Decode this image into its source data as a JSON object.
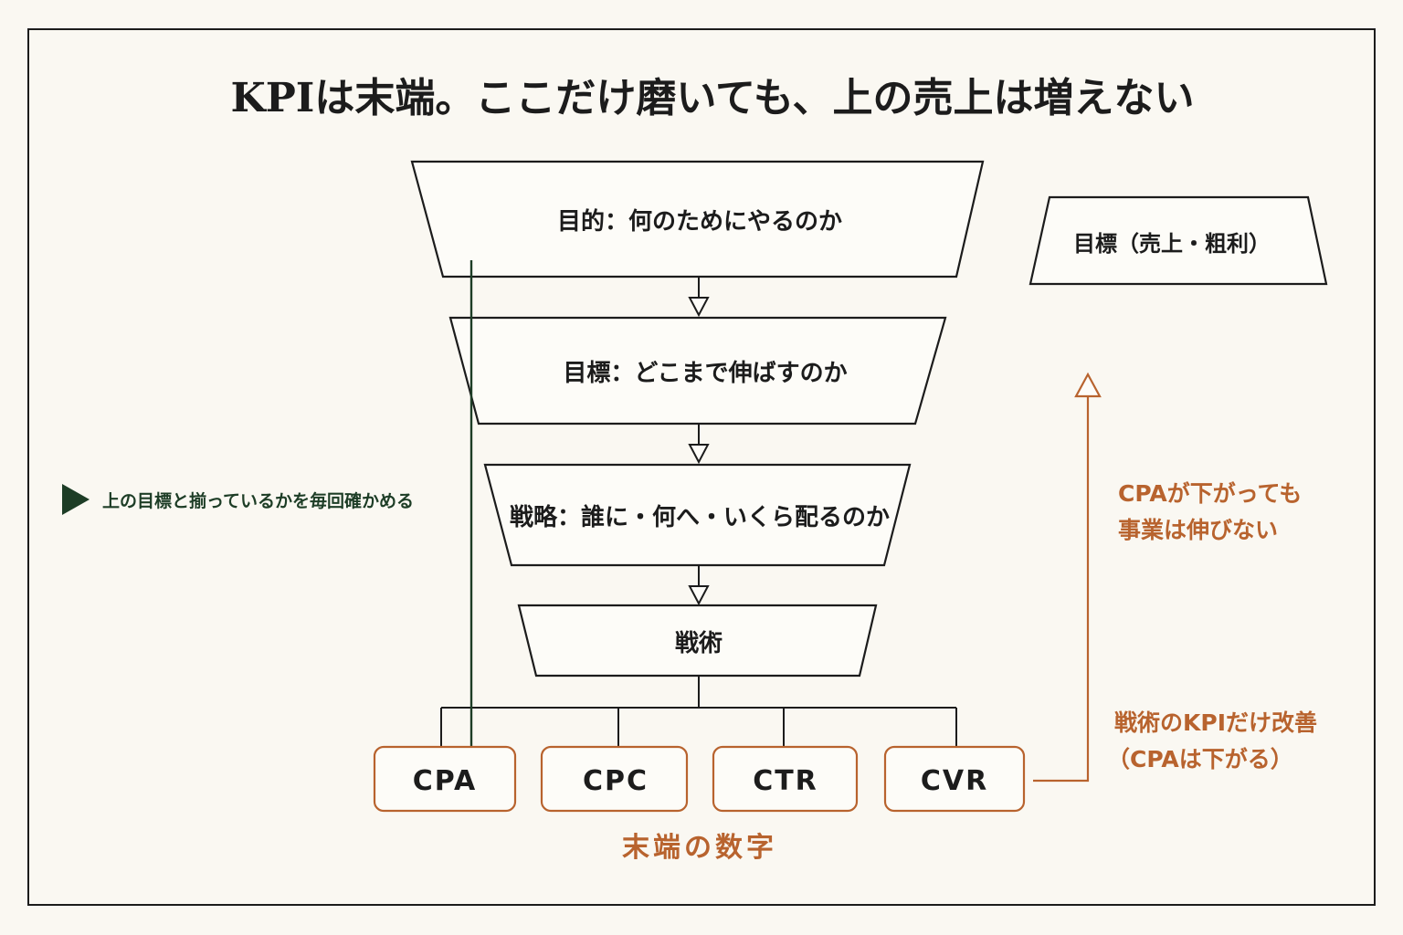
{
  "title": "KPIは末端。ここだけ磨いても、上の売上は増えない",
  "funnel": [
    {
      "label": "目的：何のためにやるのか"
    },
    {
      "label": "目標：どこまで伸ばすのか"
    },
    {
      "label": "戦略：誰に・何へ・いくら配るのか"
    },
    {
      "label": "戦術"
    }
  ],
  "side_box": {
    "label": "目標（売上・粗利）"
  },
  "kpis": [
    {
      "label": "CPA"
    },
    {
      "label": "CPC"
    },
    {
      "label": "CTR"
    },
    {
      "label": "CVR"
    }
  ],
  "footer_label": "末端の数字",
  "green_note": "上の目標と揃っているかを毎回確かめる",
  "orange_note_top": [
    "CPAが下がっても",
    "事業は伸びない"
  ],
  "orange_note_bottom": [
    "戦術のKPIだけ改善",
    "（CPAは下がる）"
  ],
  "colors": {
    "background": "#faf8f2",
    "ink": "#1c1c1c",
    "accent_orange": "#b8632e",
    "accent_green": "#1d3d26"
  }
}
